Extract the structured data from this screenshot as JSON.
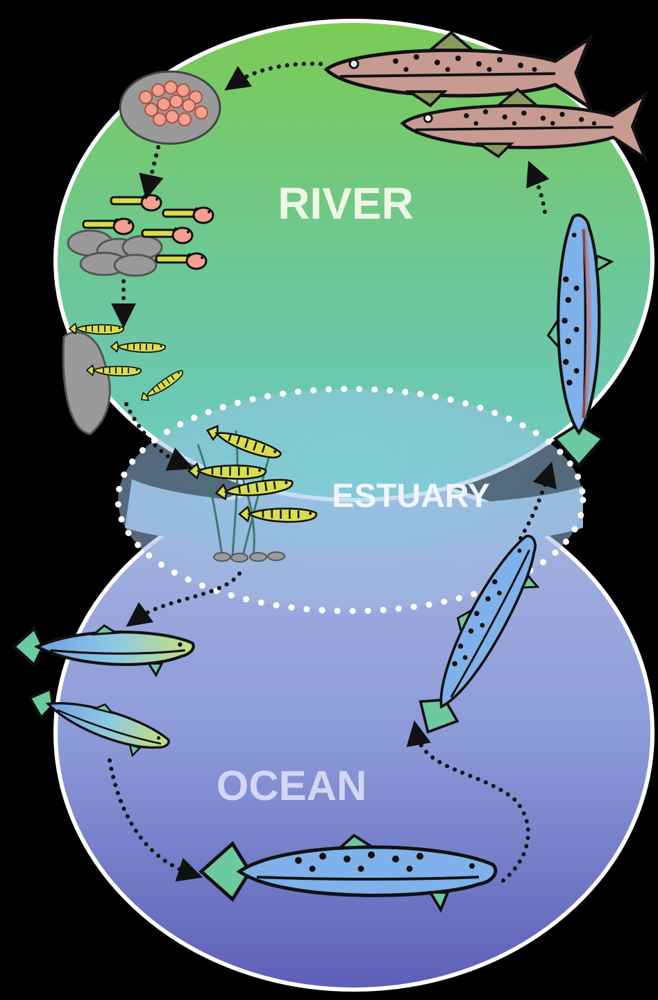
{
  "labels": {
    "river": "RIVER",
    "estuary": "ESTUARY",
    "ocean": "OCEAN"
  },
  "colors": {
    "background": "#000000",
    "river_top": "#7cc95a",
    "river_bottom": "#5fc6b4",
    "estuary": "#8ccbe0",
    "ocean_top": "#a7b2e0",
    "ocean_bottom": "#5a5fb6",
    "border": "#ffffff",
    "adult_fish_body": "#c79a90",
    "adult_fish_fin": "#8a8f5a",
    "smolt_body": "#7fb7e6",
    "fry_yellow": "#d8dd4a",
    "egg_pink": "#f0a090",
    "rock_gray": "#a0a0a0",
    "label_river": "#e8f5e0",
    "label_estuary": "#eef3ff",
    "label_ocean": "#cfd3f2"
  },
  "stages": [
    "eggs",
    "alevin",
    "fry",
    "parr-in-estuary",
    "smolts-to-ocean",
    "adult-in-ocean",
    "returning-adult",
    "upstream-migrant",
    "spawning-adults"
  ]
}
